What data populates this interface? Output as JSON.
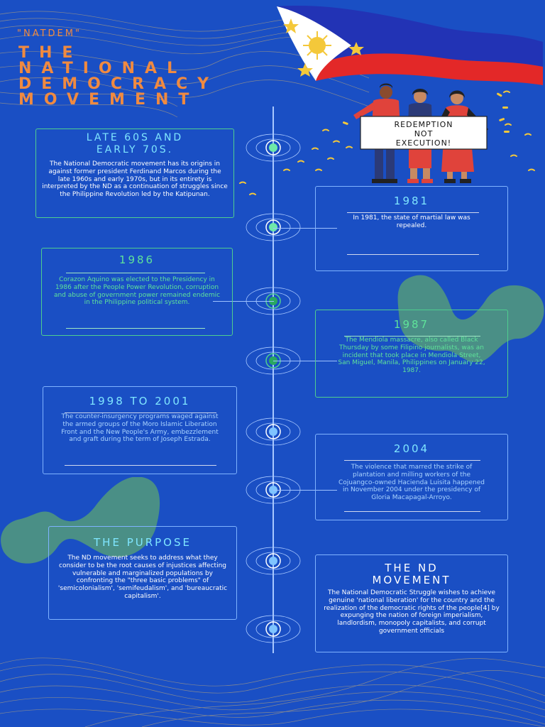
{
  "header": {
    "subtitle": "\"NATDEM\"",
    "title_lines": [
      "THE",
      "NATIONAL",
      "DEMOCRACY",
      "MOVEMENT"
    ]
  },
  "sign": {
    "lines": [
      "REDEMPTION",
      "NOT",
      "EXECUTION!"
    ]
  },
  "entries": {
    "late60s": {
      "title_lines": [
        "LATE 60S AND",
        "EARLY 70S."
      ],
      "text": "The National Democratic movement has its origins in against former president Ferdinand Marcos during the late 1960s and early 1970s, but in its entirety is interpreted by the ND as a continuation of struggles since the Philippine Revolution led by the Katipunan."
    },
    "y1981": {
      "title": "1981",
      "text": "In 1981, the state of martial law was repealed."
    },
    "y1986": {
      "title": "1986",
      "text": "Corazon Aquino was elected to the Presidency in 1986 after the People Power Revolution, corruption and abuse of government power remained endemic in the Philippine political system."
    },
    "y1987": {
      "title": "1987",
      "text": "The Mendiola massacre, also called Black Thursday by some Filipino journalists, was an incident that took place in Mendiola Street, San Miguel, Manila, Philippines on January 22, 1987."
    },
    "y1998": {
      "title": "1998 TO 2001",
      "text": "The counter-insurgency programs waged against the armed groups of the Moro Islamic Liberation Front and the New People's Army, embezzlement and graft during the term of Joseph Estrada."
    },
    "y2004": {
      "title": "2004",
      "text": "The violence that marred the strike of plantation and milling workers of the Cojuangco-owned Hacienda Luisita happened in November 2004 under the presidency of Gloria Macapagal-Arroyo."
    },
    "purpose": {
      "title": "THE PURPOSE",
      "text": "The ND movement seeks to address what they consider to be the root causes of injustices affecting vulnerable and marginalized populations by confronting the \"three basic problems\" of 'semicolonialism', 'semifeudalism', and 'bureaucratic capitalism'."
    },
    "nd": {
      "title_lines": [
        "THE ND",
        "MOVEMENT"
      ],
      "text": "The National Democratic Struggle wishes to achieve genuine 'national liberation' for the country and the realization of the democratic rights of the people[4] by expunging the nation of foreign imperialism, landlordism, monopoly capitalists, and corrupt government officials"
    }
  },
  "colors": {
    "background": "#1a4fc4",
    "title_orange": "#f08a40",
    "green_text": "#5fe39a",
    "blue_text": "#aad4ff",
    "blob_teal": "#4a8f86"
  }
}
